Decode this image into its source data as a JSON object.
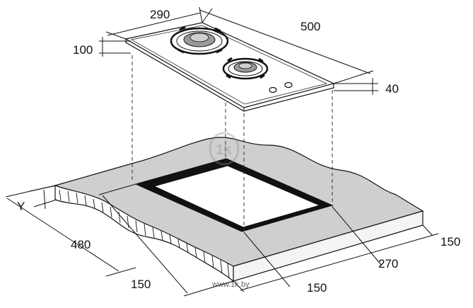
{
  "dimensions": {
    "hob_width": "290",
    "hob_depth": "500",
    "hob_height": "100",
    "hob_thickness": "40",
    "countertop_thickness": "Y",
    "countertop_depth": "480",
    "front_margin": "150",
    "side_margin_left": "150",
    "cutout_width": "270",
    "side_margin_right": "150"
  },
  "watermark": {
    "logo_text": "1k",
    "url": "www.1k.by"
  },
  "colors": {
    "countertop_top": "#cfcfcf",
    "countertop_side": "#f2f2f2",
    "cutout_rim": "#111111",
    "line": "#111111"
  },
  "components": [
    "gas-hob",
    "large-burner",
    "small-burner",
    "control-knobs",
    "countertop",
    "countertop-cutout"
  ]
}
